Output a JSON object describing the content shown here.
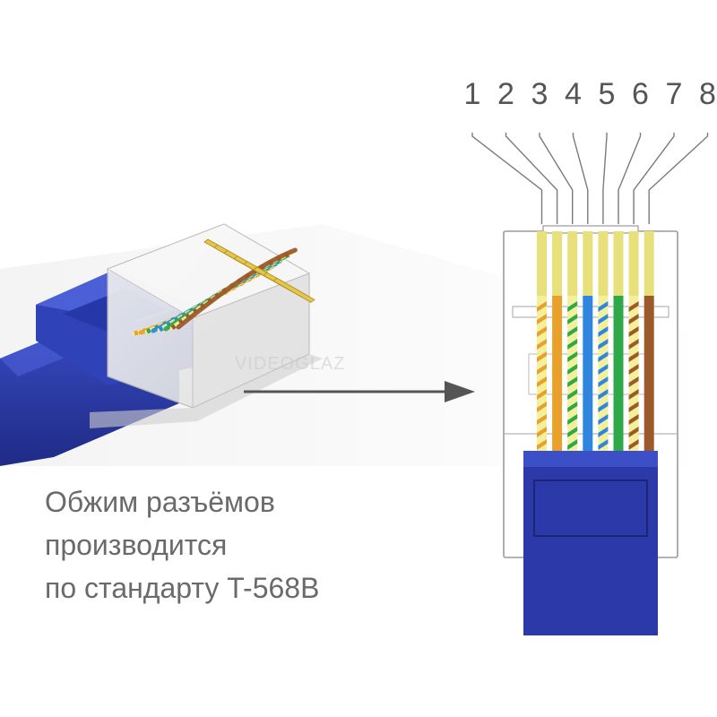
{
  "caption": {
    "line1": "Обжим разъёмов",
    "line2": "производится",
    "line3": "по стандарту T-568B"
  },
  "watermark": "VIDEOGLAZ",
  "pins": [
    {
      "label": "1",
      "base": "#f4ef9a",
      "stripe": "#e8a12a",
      "striped": true
    },
    {
      "label": "2",
      "base": "#e8a12a",
      "stripe": "#e8a12a",
      "striped": false
    },
    {
      "label": "3",
      "base": "#f4ef9a",
      "stripe": "#2fa84a",
      "striped": true
    },
    {
      "label": "4",
      "base": "#2e86de",
      "stripe": "#2e86de",
      "striped": false
    },
    {
      "label": "5",
      "base": "#f4ef9a",
      "stripe": "#2e86de",
      "striped": true
    },
    {
      "label": "6",
      "base": "#2fa84a",
      "stripe": "#2fa84a",
      "striped": false
    },
    {
      "label": "7",
      "base": "#f4ef9a",
      "stripe": "#9c5a2a",
      "striped": true
    },
    {
      "label": "8",
      "base": "#9c5a2a",
      "stripe": "#9c5a2a",
      "striped": false
    }
  ],
  "colors": {
    "cable_blue": "#2b3aa8",
    "cable_dark": "#1e2a80",
    "contact_gold": "#e8e07a",
    "housing_line": "#9a9a9a",
    "arrow": "#555555",
    "leader": "#7a7a7a"
  }
}
